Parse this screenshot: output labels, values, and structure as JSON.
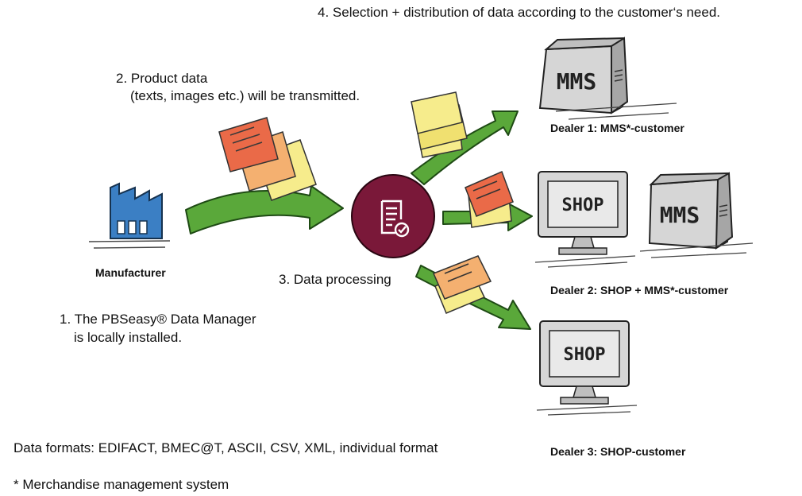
{
  "steps": {
    "step1": {
      "line1": "1. The PBSeasy® Data Manager",
      "line2": "is locally installed."
    },
    "step2": {
      "line1": "2. Product data",
      "line2": "(texts, images etc.) will be transmitted."
    },
    "step3": "3. Data processing",
    "step4": "4. Selection + distribution of data according to the customer‘s need."
  },
  "nodes": {
    "manufacturer": "Manufacturer",
    "dealer1": "Dealer 1: MMS*-customer",
    "dealer2": "Dealer 2: SHOP + MMS*-customer",
    "dealer3": "Dealer 3: SHOP-customer"
  },
  "device_labels": {
    "mms": "MMS",
    "shop": "SHOP"
  },
  "footer": {
    "formats": "Data formats: EDIFACT, BMEC@T, ASCII, CSV, XML, individual format",
    "footnote": "* Merchandise management system"
  },
  "colors": {
    "arrow": "#5aa83a",
    "arrow_outline": "#1e4a14",
    "processor": "#7a1839",
    "factory": "#3b7fc4",
    "paper_red": "#ea6a48",
    "paper_orange": "#f4b070",
    "paper_yellow": "#f6ec8c",
    "device_gray": "#d6d6d6"
  },
  "icons": {
    "factory": "factory-icon",
    "processor": "document-check-icon",
    "computer": "computer-tower-icon",
    "monitor": "monitor-icon"
  }
}
